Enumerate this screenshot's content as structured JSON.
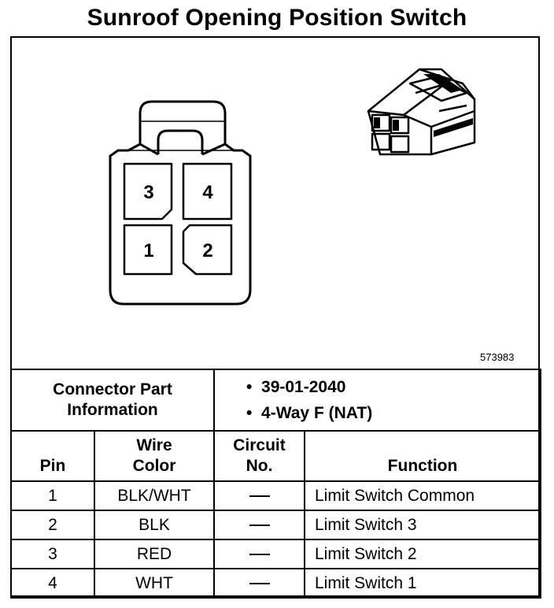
{
  "title": "Sunroof Opening Position Switch",
  "figure_number": "573983",
  "connector": {
    "cavity_labels": [
      "3",
      "4",
      "1",
      "2"
    ]
  },
  "connector_part_info": {
    "label_line1": "Connector Part",
    "label_line2": "Information",
    "items": [
      "39-01-2040",
      "4-Way F (NAT)"
    ]
  },
  "columns": {
    "pin": "Pin",
    "wire_color_line1": "Wire",
    "wire_color_line2": "Color",
    "circuit_line1": "Circuit",
    "circuit_line2": "No.",
    "function": "Function"
  },
  "rows": [
    {
      "pin": "1",
      "wire": "BLK/WHT",
      "function": "Limit Switch Common"
    },
    {
      "pin": "2",
      "wire": "BLK",
      "function": "Limit Switch 3"
    },
    {
      "pin": "3",
      "wire": "RED",
      "function": "Limit Switch 2"
    },
    {
      "pin": "4",
      "wire": "WHT",
      "function": "Limit Switch 1"
    }
  ]
}
